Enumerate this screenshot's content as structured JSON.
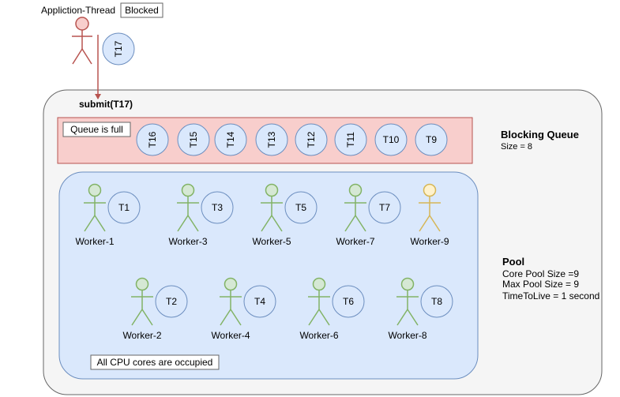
{
  "thread": {
    "name": "Appliction-Thread",
    "status": "Blocked",
    "task": "T17",
    "submit_label": "submit(T17)"
  },
  "queue": {
    "note": "Queue is full",
    "title": "Blocking Queue",
    "size_label": "Size = 8",
    "tasks": [
      "T16",
      "T15",
      "T14",
      "T13",
      "T12",
      "T11",
      "T10",
      "T9"
    ]
  },
  "pool": {
    "title": "Pool",
    "details": [
      "Core Pool Size =9",
      "Max Pool Size = 9",
      "TimeToLive = 1 second"
    ],
    "note": "All CPU cores are occupied",
    "workers": [
      {
        "name": "Worker-1",
        "task": "T1",
        "state": "busy"
      },
      {
        "name": "Worker-3",
        "task": "T3",
        "state": "busy"
      },
      {
        "name": "Worker-5",
        "task": "T5",
        "state": "busy"
      },
      {
        "name": "Worker-7",
        "task": "T7",
        "state": "busy"
      },
      {
        "name": "Worker-9",
        "task": "",
        "state": "idle"
      },
      {
        "name": "Worker-2",
        "task": "T2",
        "state": "busy"
      },
      {
        "name": "Worker-4",
        "task": "T4",
        "state": "busy"
      },
      {
        "name": "Worker-6",
        "task": "T6",
        "state": "busy"
      },
      {
        "name": "Worker-8",
        "task": "T8",
        "state": "busy"
      }
    ]
  },
  "colors": {
    "outer_fill": "#f5f5f5",
    "queue_fill": "#f8cecc",
    "queue_stroke": "#b85450",
    "pool_fill": "#dae8fc",
    "pool_stroke": "#6c8ebf",
    "worker_busy": "#82b366",
    "worker_busy_fill": "#d5e8d4",
    "worker_idle": "#d6b656",
    "worker_idle_fill": "#fff2cc",
    "thread_stroke": "#b85450",
    "thread_fill": "#f8cecc"
  }
}
